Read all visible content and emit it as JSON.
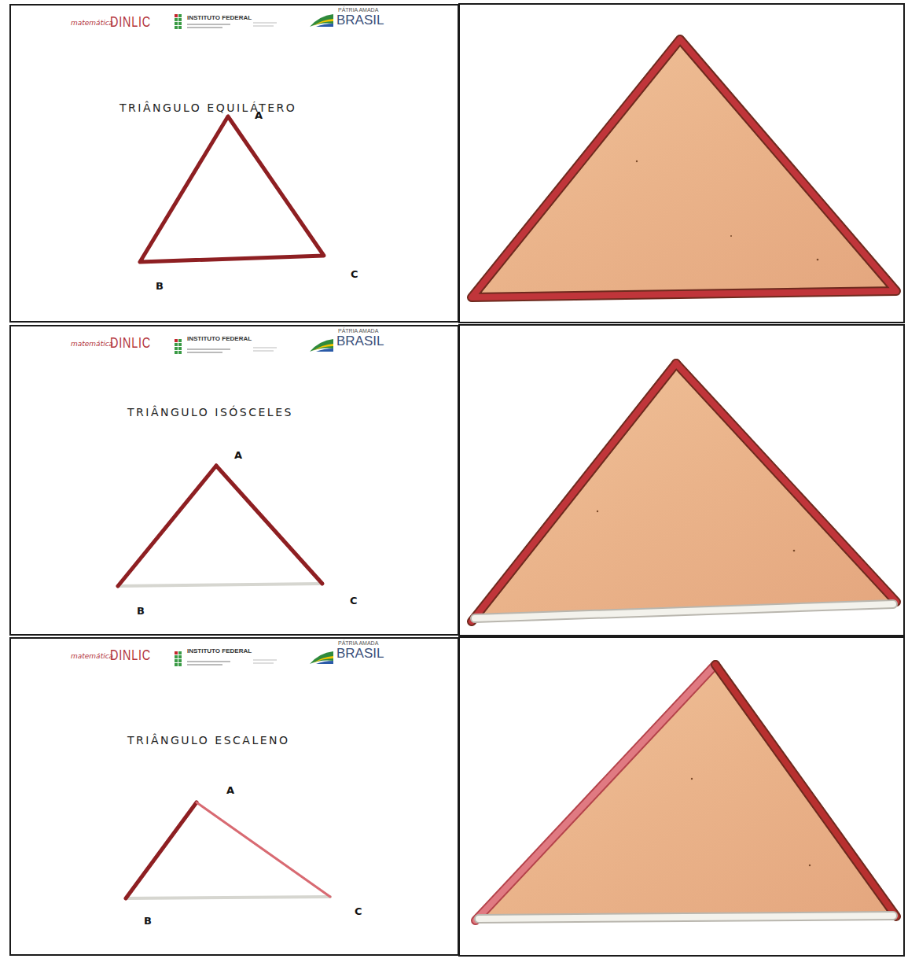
{
  "diagram": {
    "nodes": [
      {
        "text": [
          "matemática",
          "DINLIC",
          "INSTITUTO FEDERAL",
          "PÁTRIA AMADA",
          "BRASIL",
          "TRIÂNGULO EQUILÁTERO",
          "A",
          "B",
          "C"
        ]
      },
      {
        "text": [
          "matemática",
          "DINLIC",
          "INSTITUTO FEDERAL",
          "PÁTRIA AMADA",
          "BRASIL",
          "TRIÂNGULO ISÓSCELES",
          "A",
          "B",
          "C"
        ]
      },
      {
        "text": [
          "matemática",
          "DINLIC",
          "INSTITUTO FEDERAL",
          "PÁTRIA AMADA",
          "BRASIL",
          "TRIÂNGULO ESCALENO",
          "A",
          "B",
          "C"
        ]
      }
    ]
  }
}
